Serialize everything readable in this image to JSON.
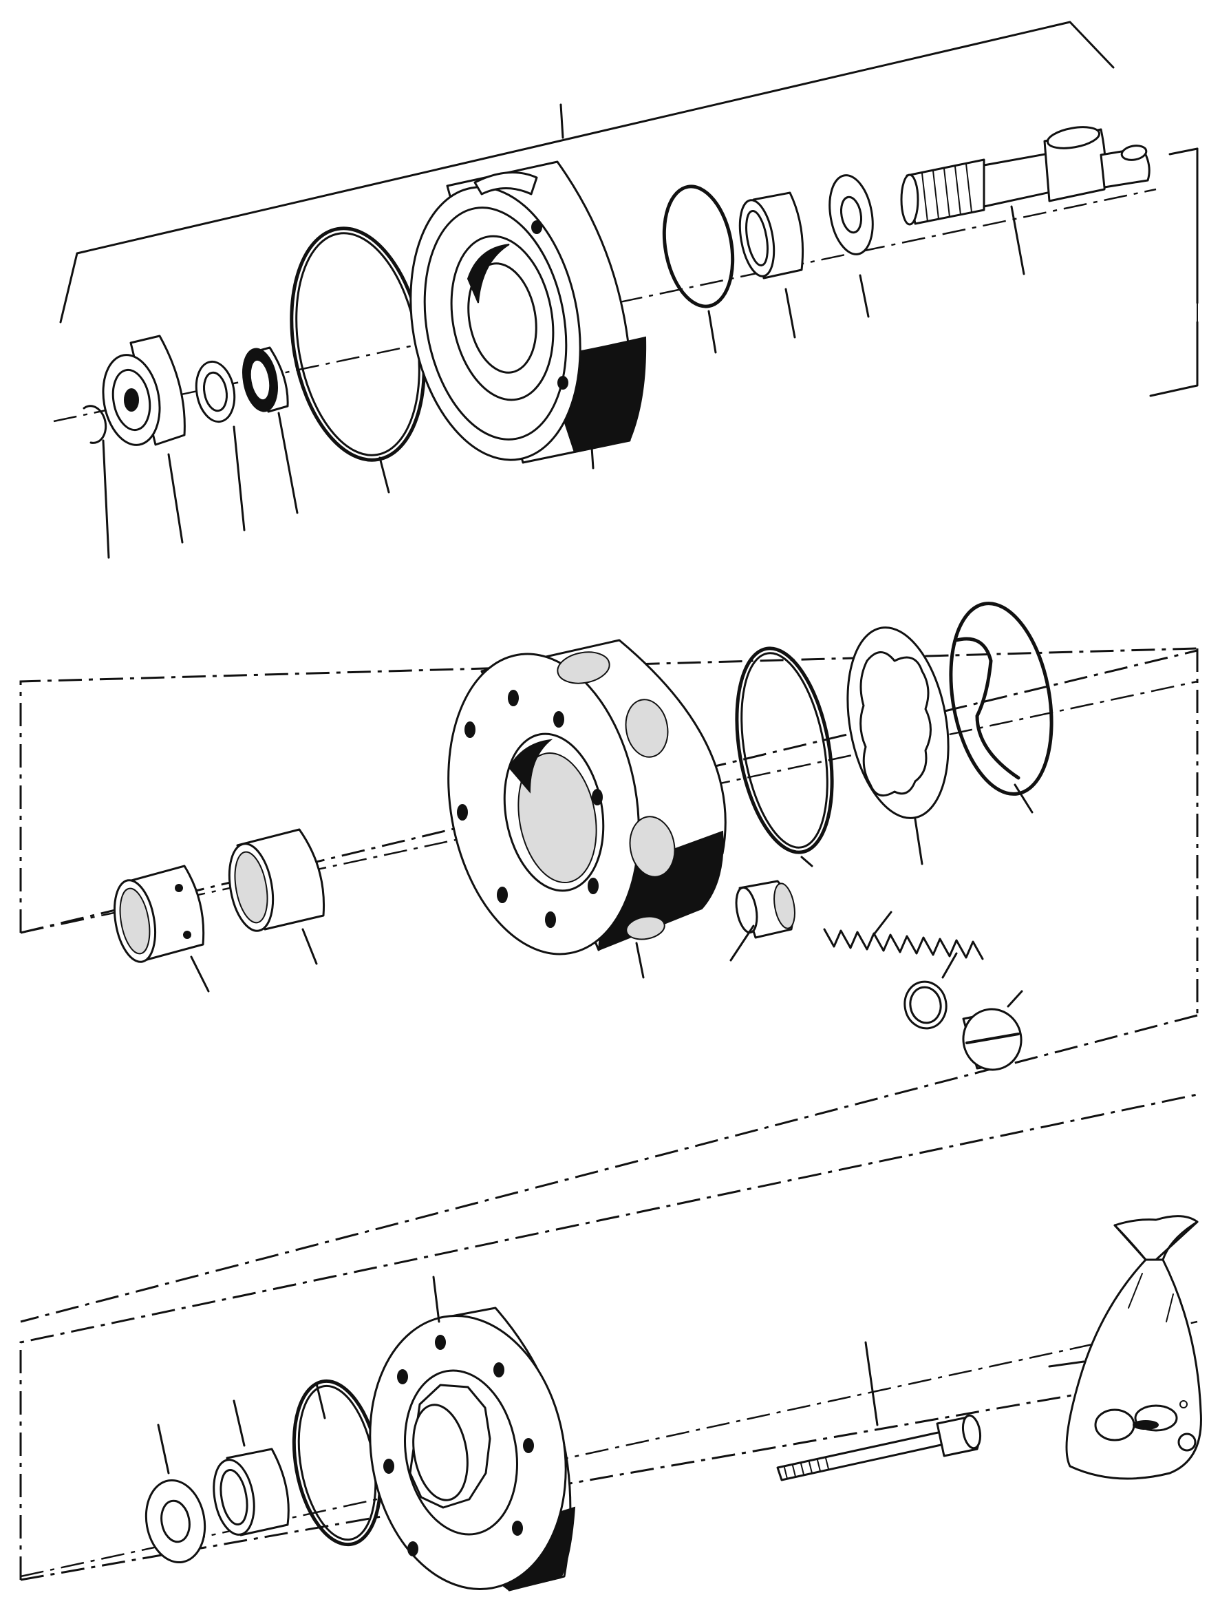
{
  "diagram": {
    "type": "exploded-parts-view",
    "assemblies": [
      {
        "id": "upper",
        "parts": [
          "retaining-ring",
          "ball-bearing",
          "washer",
          "seal",
          "o-ring-large",
          "housing",
          "o-ring-small",
          "needle-bearing",
          "thrust-washer",
          "shaft"
        ]
      },
      {
        "id": "middle",
        "parts": [
          "bushing-slotted",
          "bushing",
          "valve-body",
          "o-ring",
          "backup-ring",
          "seal-ring",
          "valve-sleeve",
          "spring",
          "ring",
          "plug-slotted"
        ]
      },
      {
        "id": "lower",
        "parts": [
          "thrust-washer",
          "needle-bearing",
          "o-ring",
          "end-cover",
          "cap-screw",
          "seal-kit-bag"
        ]
      }
    ],
    "colors": {
      "ink": "#111111",
      "paper": "#ffffff"
    }
  }
}
